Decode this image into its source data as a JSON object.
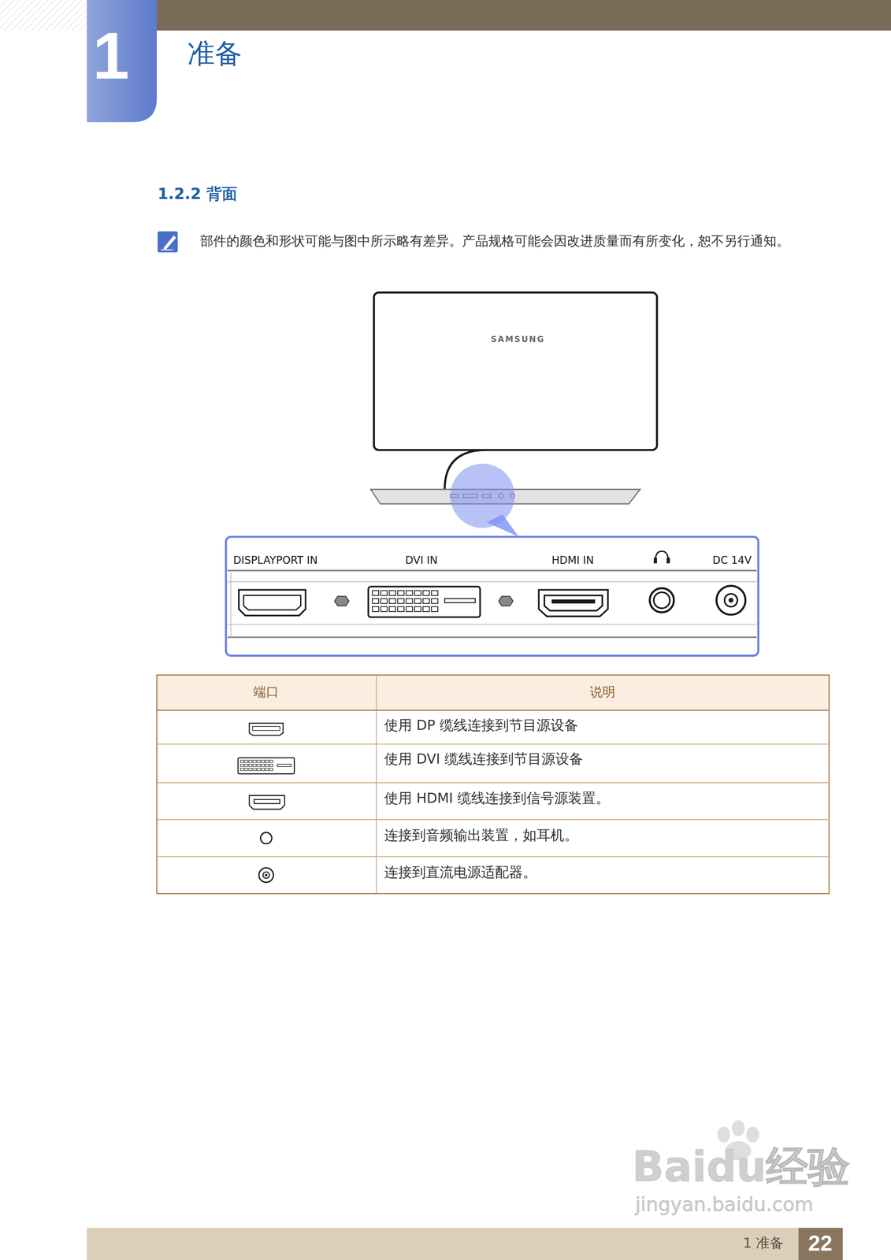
{
  "diagram": {
    "title": "1.2.2 背面",
    "labels": [
      "1",
      "准备",
      "部件的颜色和形状可能与图中所示略有差异。产品规格可能会因改进质量而有所变化，恕不另行通知。",
      "SAMSUNG",
      "DISPLAYPORT IN",
      "DVI IN",
      "HDMI IN",
      "DC 14V",
      "端口",
      "说明",
      "使用 DP 缆线连接到节目源设备",
      "使用 DVI 缆线连接到节目源设备",
      "使用 HDMI 缆线连接到信号源装置。",
      "连接到音频输出装置，如耳机。",
      "连接到直流电源适配器。",
      "1 准备",
      "22",
      "Baidu经验",
      "jingyan.baidu.com"
    ]
  }
}
